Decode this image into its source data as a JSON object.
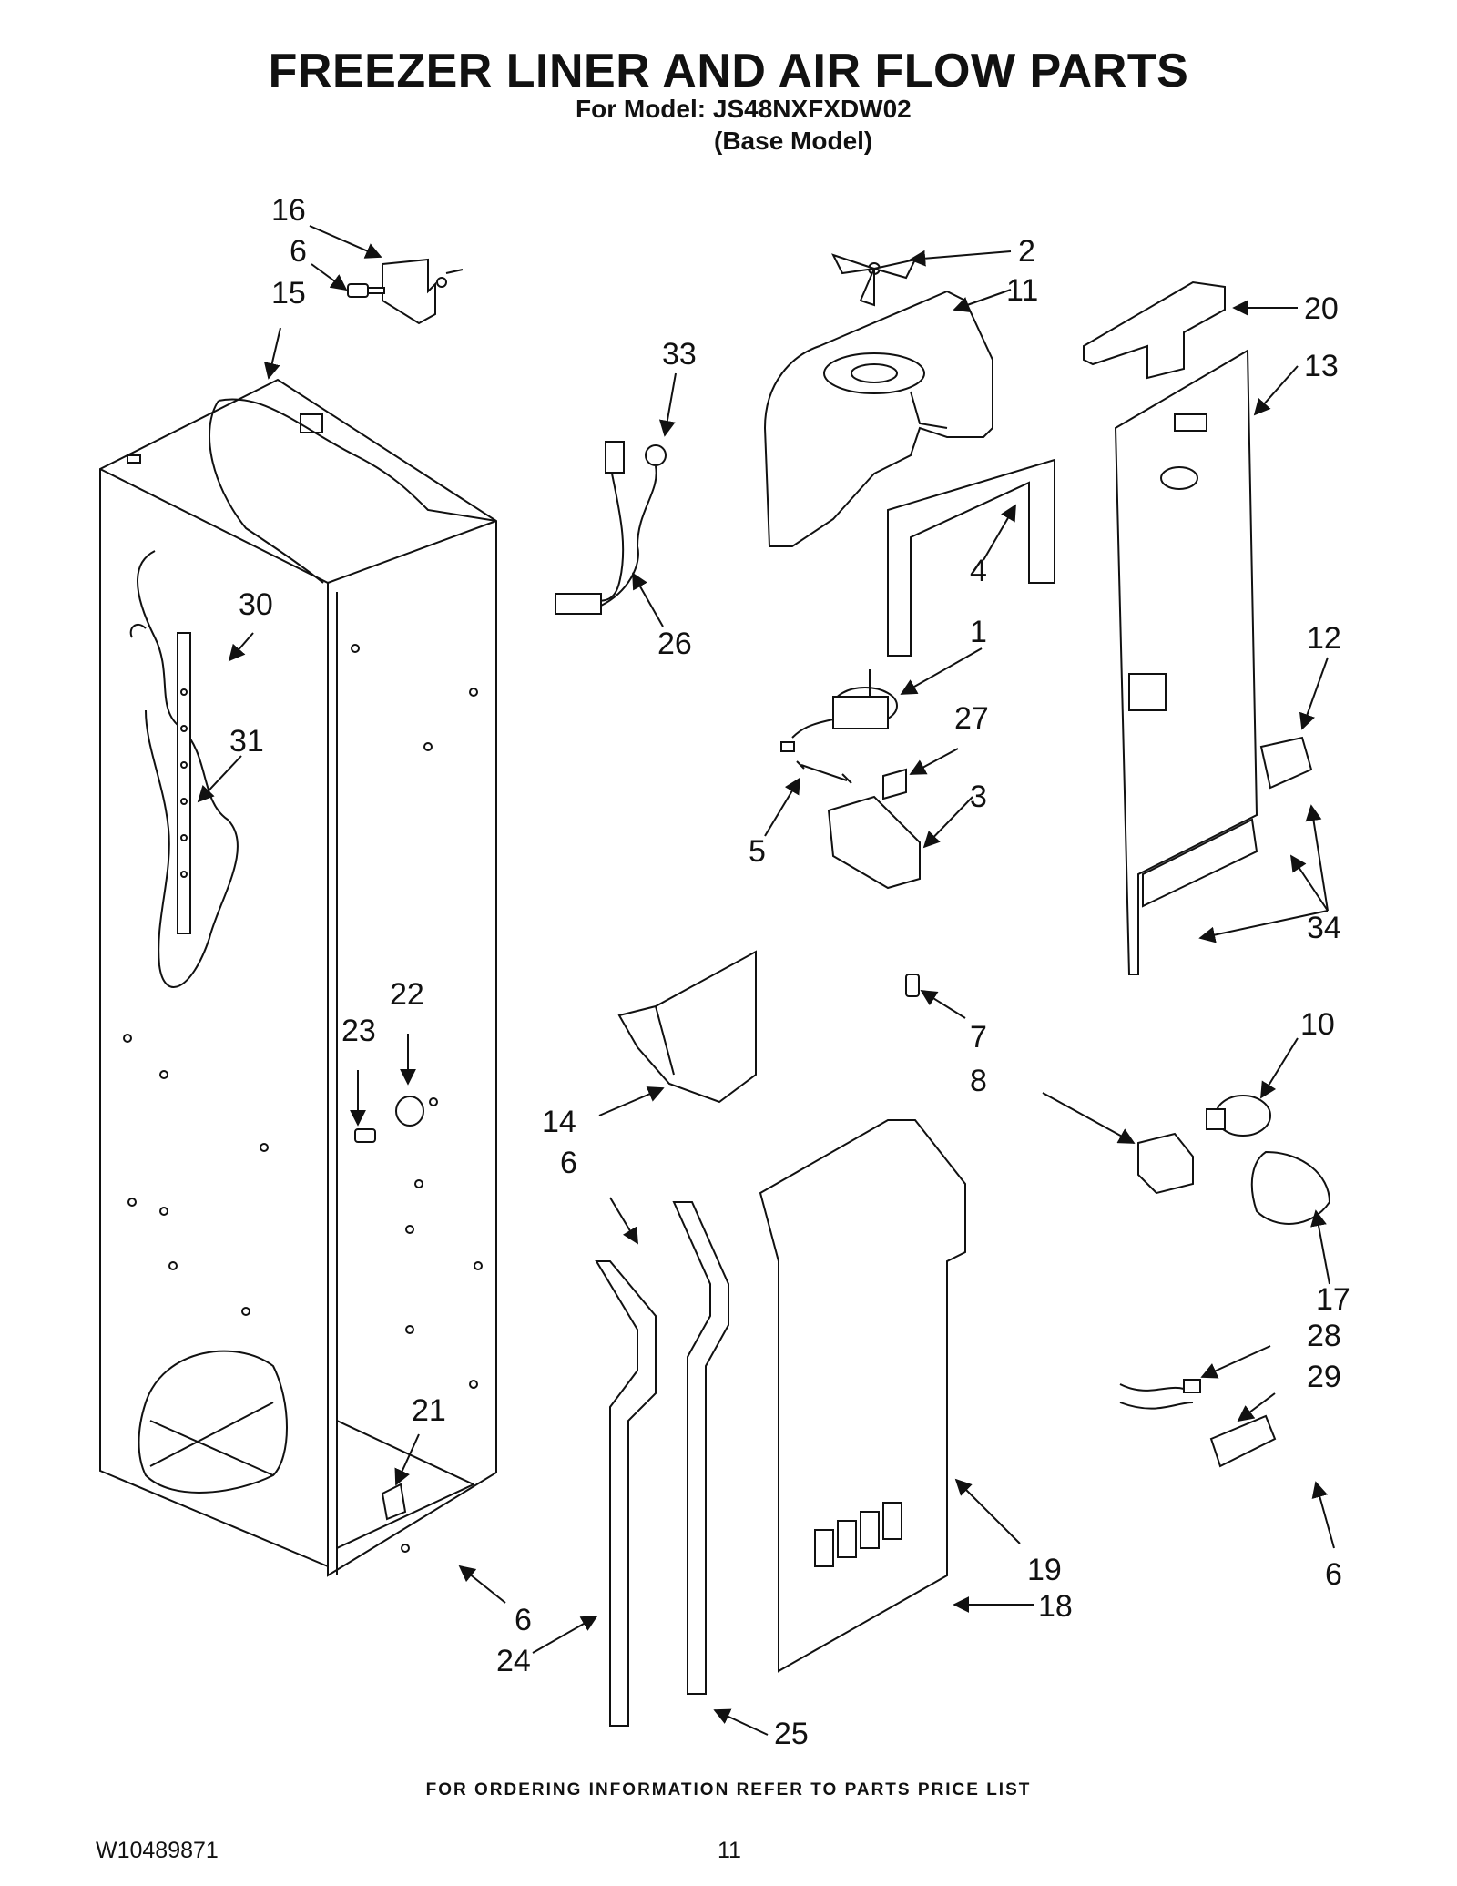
{
  "header": {
    "title": "FREEZER LINER AND AIR FLOW PARTS",
    "model_line": "For Model: JS48NXFXDW02",
    "model_type": "(Base Model)"
  },
  "callouts": [
    "16",
    "6",
    "15",
    "33",
    "2",
    "11",
    "20",
    "13",
    "30",
    "26",
    "4",
    "1",
    "12",
    "31",
    "27",
    "3",
    "5",
    "34",
    "7",
    "10",
    "22",
    "23",
    "8",
    "14",
    "6",
    "17",
    "28",
    "29",
    "21",
    "19",
    "6",
    "6",
    "18",
    "24",
    "25"
  ],
  "footer": {
    "note": "FOR ORDERING INFORMATION REFER TO PARTS PRICE LIST",
    "document_number": "W10489871",
    "page_number": "11"
  }
}
